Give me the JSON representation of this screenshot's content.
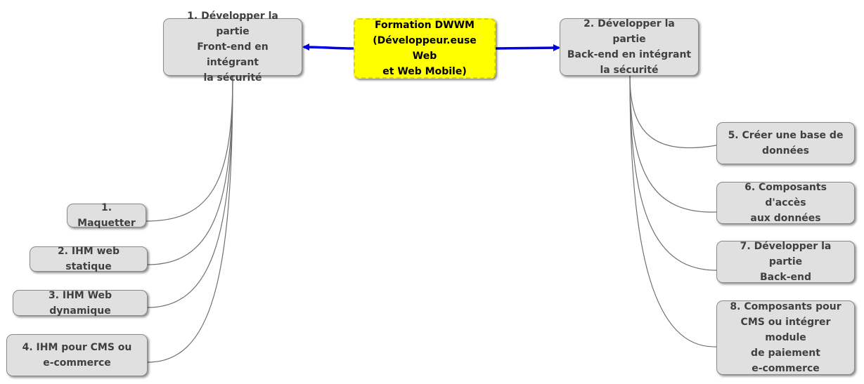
{
  "colors": {
    "central_fill": "#ffff00",
    "node_fill": "#e0e0e0",
    "node_text": "#404040",
    "arrow": "#0000e6",
    "connector": "#707070"
  },
  "central": {
    "label": "Formation DWWM\n(Développeur.euse Web\net Web Mobile)"
  },
  "branches": {
    "front": {
      "label": "1. Développer la partie\nFront-end en intégrant\nla sécurité",
      "children": [
        "1. Maquetter",
        "2. IHM web statique",
        "3. IHM Web dynamique",
        "4. IHM pour CMS ou\ne-commerce"
      ]
    },
    "back": {
      "label": "2. Développer la partie\nBack-end en intégrant\nla sécurité",
      "children": [
        "5. Créer une base de\ndonnées",
        "6. Composants d'accès\naux données",
        "7. Développer la partie\nBack-end",
        "8. Composants pour\nCMS ou intégrer module\nde paiement\ne-commerce"
      ]
    }
  }
}
